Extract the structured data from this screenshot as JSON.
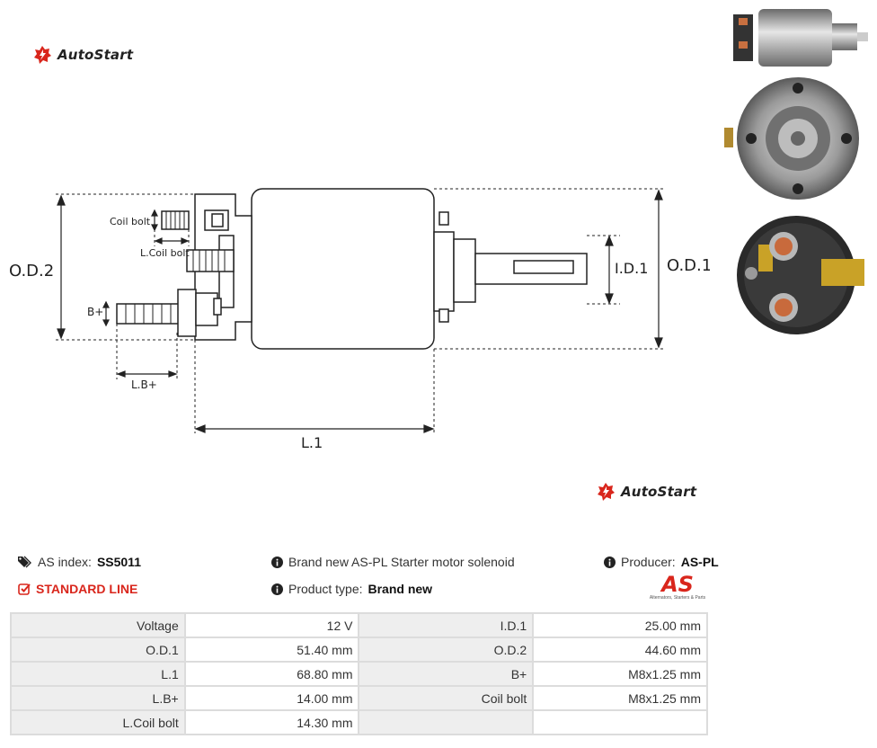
{
  "brand": {
    "logo_text": "AutoStart"
  },
  "drawing": {
    "labels": {
      "od2": "O.D.2",
      "od1": "O.D.1",
      "id1": "I.D.1",
      "l1": "L.1",
      "lb": "L.B+",
      "b_plus": "B+",
      "coil_bolt": "Coil bolt",
      "l_coil_bolt": "L.Coil bolt"
    }
  },
  "product": {
    "as_index_label": "AS index:",
    "as_index_value": "SS5011",
    "description": "Brand new AS-PL Starter motor solenoid",
    "producer_label": "Producer:",
    "producer_value": "AS-PL",
    "line_label": "STANDARD LINE",
    "type_label": "Product type:",
    "type_value": "Brand new",
    "producer_logo_text": "AS",
    "producer_logo_tagline": "Alternators, Starters & Parts"
  },
  "specs": [
    [
      "Voltage",
      "12 V",
      "I.D.1",
      "25.00 mm"
    ],
    [
      "O.D.1",
      "51.40 mm",
      "O.D.2",
      "44.60 mm"
    ],
    [
      "L.1",
      "68.80 mm",
      "B+",
      "M8x1.25 mm"
    ],
    [
      "L.B+",
      "14.00 mm",
      "Coil bolt",
      "M8x1.25 mm"
    ],
    [
      "L.Coil bolt",
      "14.30 mm",
      "",
      ""
    ]
  ],
  "colors": {
    "accent_red": "#d9261c",
    "table_border": "#dcdcdc",
    "key_bg": "#eeeeee"
  },
  "icons": [
    "autostart-logo-icon",
    "tag-icon",
    "info-icon",
    "check-square-icon"
  ]
}
